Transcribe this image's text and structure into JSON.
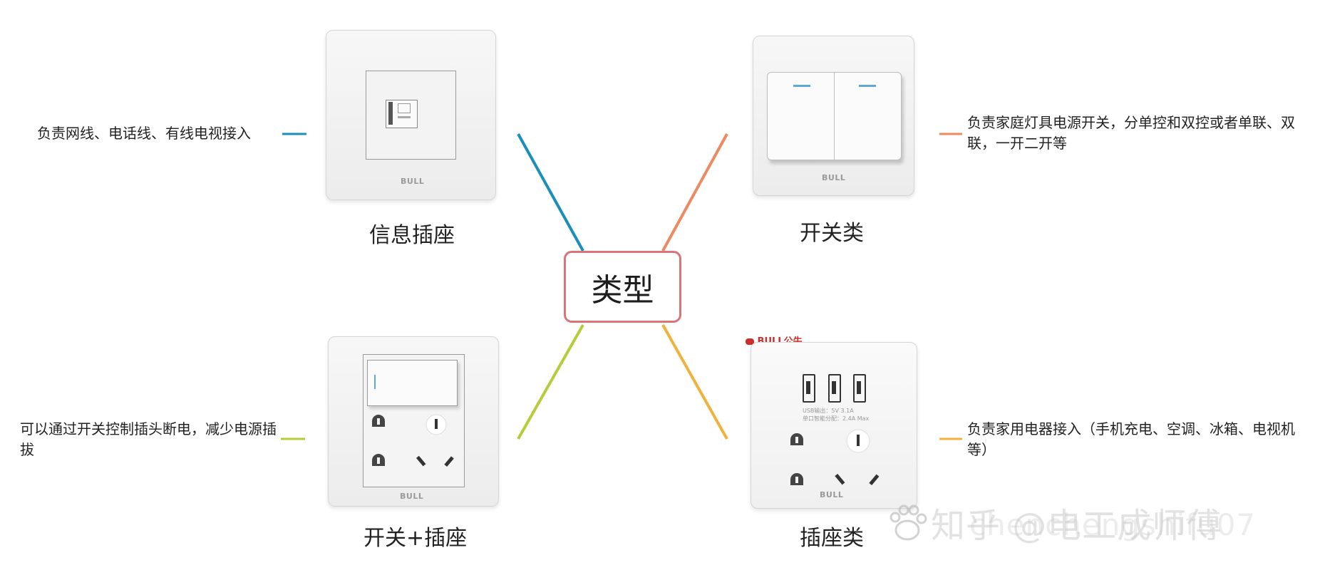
{
  "center": {
    "label": "类型"
  },
  "nodes": [
    {
      "id": "info-socket",
      "caption": "信息插座",
      "description": "负责网线、电话线、有线电视接入",
      "connector_color": "#1a8fb7"
    },
    {
      "id": "switch",
      "caption": "开关类",
      "description": "负责家庭灯具电源开关，分单控和双控或者单联、双联，一开二开等",
      "connector_color": "#ec8a62"
    },
    {
      "id": "switch-socket",
      "caption": "开关+插座",
      "description": "可以通过开关控制插头断电，减少电源插拔",
      "connector_color": "#b8cb3a"
    },
    {
      "id": "socket",
      "caption": "插座类",
      "description": "负责家用电器接入（手机充电、空调、冰箱、电视机等）",
      "connector_color": "#f0b13d"
    }
  ],
  "brand": "BULL",
  "brand_logo": "BULL公牛",
  "usb_label": {
    "line1": "USB输出：5V 3.1A",
    "line2": "单口智能分配：2.4A Max"
  },
  "watermark": "知乎 @电工成师傅",
  "watermark_sub": "chenchengshifu07"
}
